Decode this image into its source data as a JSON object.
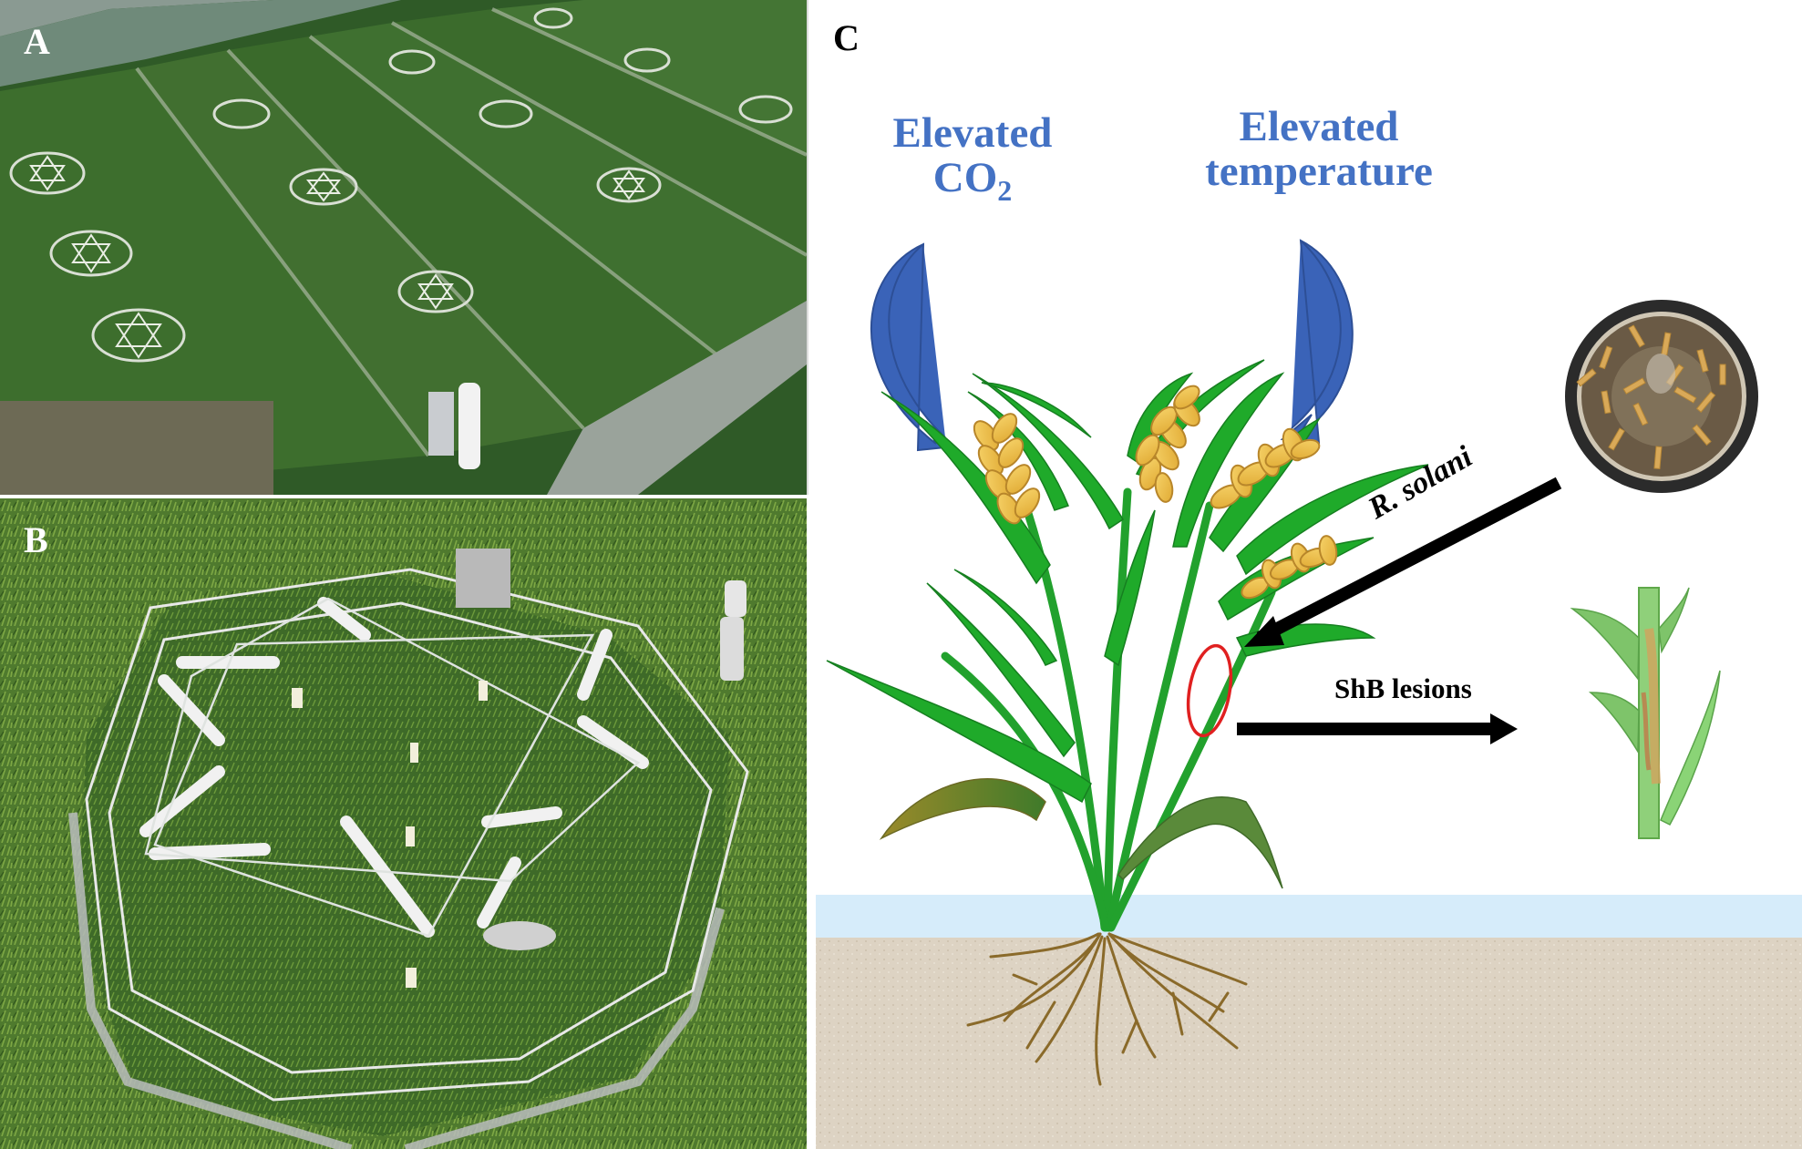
{
  "panels": {
    "a": {
      "letter": "A"
    },
    "b": {
      "letter": "B"
    },
    "c": {
      "letter": "C"
    }
  },
  "labels": {
    "elevated_co2_line1": "Elevated",
    "elevated_co2_line2": "CO",
    "elevated_co2_subscript": "2",
    "elevated_temp_line1": "Elevated",
    "elevated_temp_line2": "temperature",
    "pathogen": "R. solani",
    "lesions": "ShB lesions"
  },
  "colors": {
    "label_blue": "#4472c4",
    "arrow_blue": "#3a63b8",
    "leaf_green": "#1faa2a",
    "grain_gold": "#f2c24a",
    "water": "#d6ecfa",
    "soil": "#ddd3c3",
    "lesion_circle": "#e02020"
  }
}
